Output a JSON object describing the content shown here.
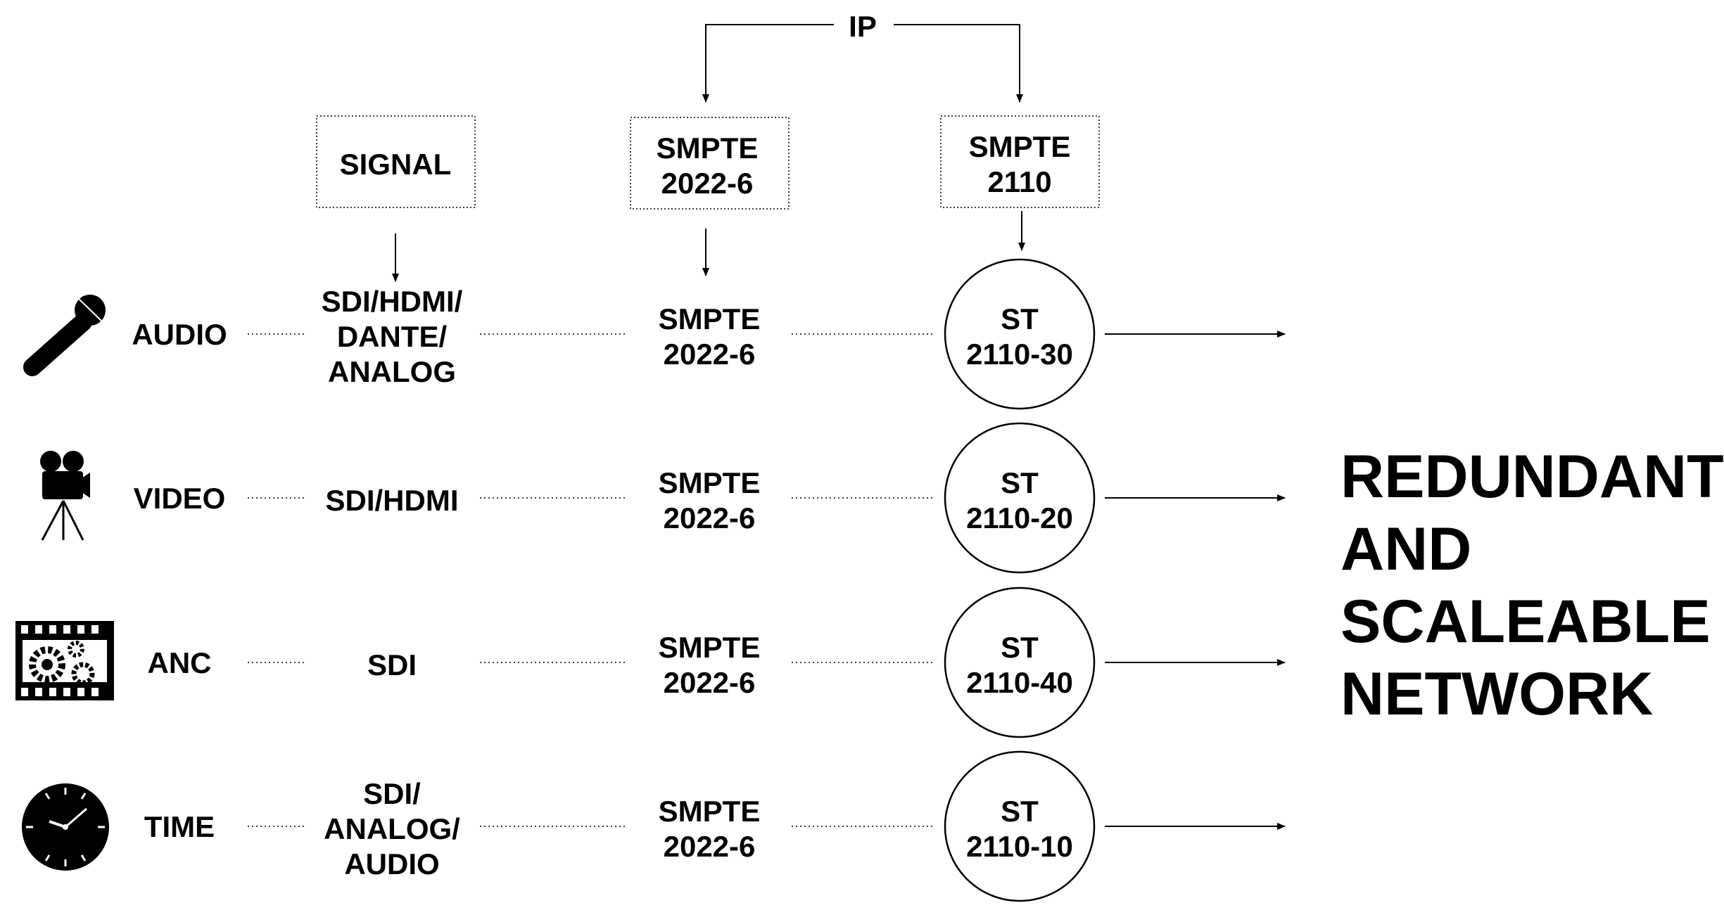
{
  "ip": {
    "label": "IP"
  },
  "headers": {
    "signal": [
      "SIGNAL"
    ],
    "smpte2022": [
      "SMPTE",
      "2022-6"
    ],
    "smpte2110": [
      "SMPTE",
      "2110"
    ]
  },
  "rows": [
    {
      "key": "audio",
      "icon": "microphone-icon",
      "label": "AUDIO",
      "signal": [
        "SDI/HDMI/",
        "DANTE/",
        "ANALOG"
      ],
      "smpte": [
        "SMPTE",
        "2022-6"
      ],
      "st": [
        "ST",
        "2110-30"
      ]
    },
    {
      "key": "video",
      "icon": "video-camera-icon",
      "label": "VIDEO",
      "signal": [
        "SDI/HDMI"
      ],
      "smpte": [
        "SMPTE",
        "2022-6"
      ],
      "st": [
        "ST",
        "2110-20"
      ]
    },
    {
      "key": "anc",
      "icon": "film-gears-icon",
      "label": "ANC",
      "signal": [
        "SDI"
      ],
      "smpte": [
        "SMPTE",
        "2022-6"
      ],
      "st": [
        "ST",
        "2110-40"
      ]
    },
    {
      "key": "time",
      "icon": "clock-icon",
      "label": "TIME",
      "signal": [
        "SDI/",
        "ANALOG/",
        "AUDIO"
      ],
      "smpte": [
        "SMPTE",
        "2022-6"
      ],
      "st": [
        "ST",
        "2110-10"
      ]
    }
  ],
  "network": {
    "lines": [
      "REDUNDANT",
      "AND",
      "SCALEABLE",
      "NETWORK"
    ]
  }
}
